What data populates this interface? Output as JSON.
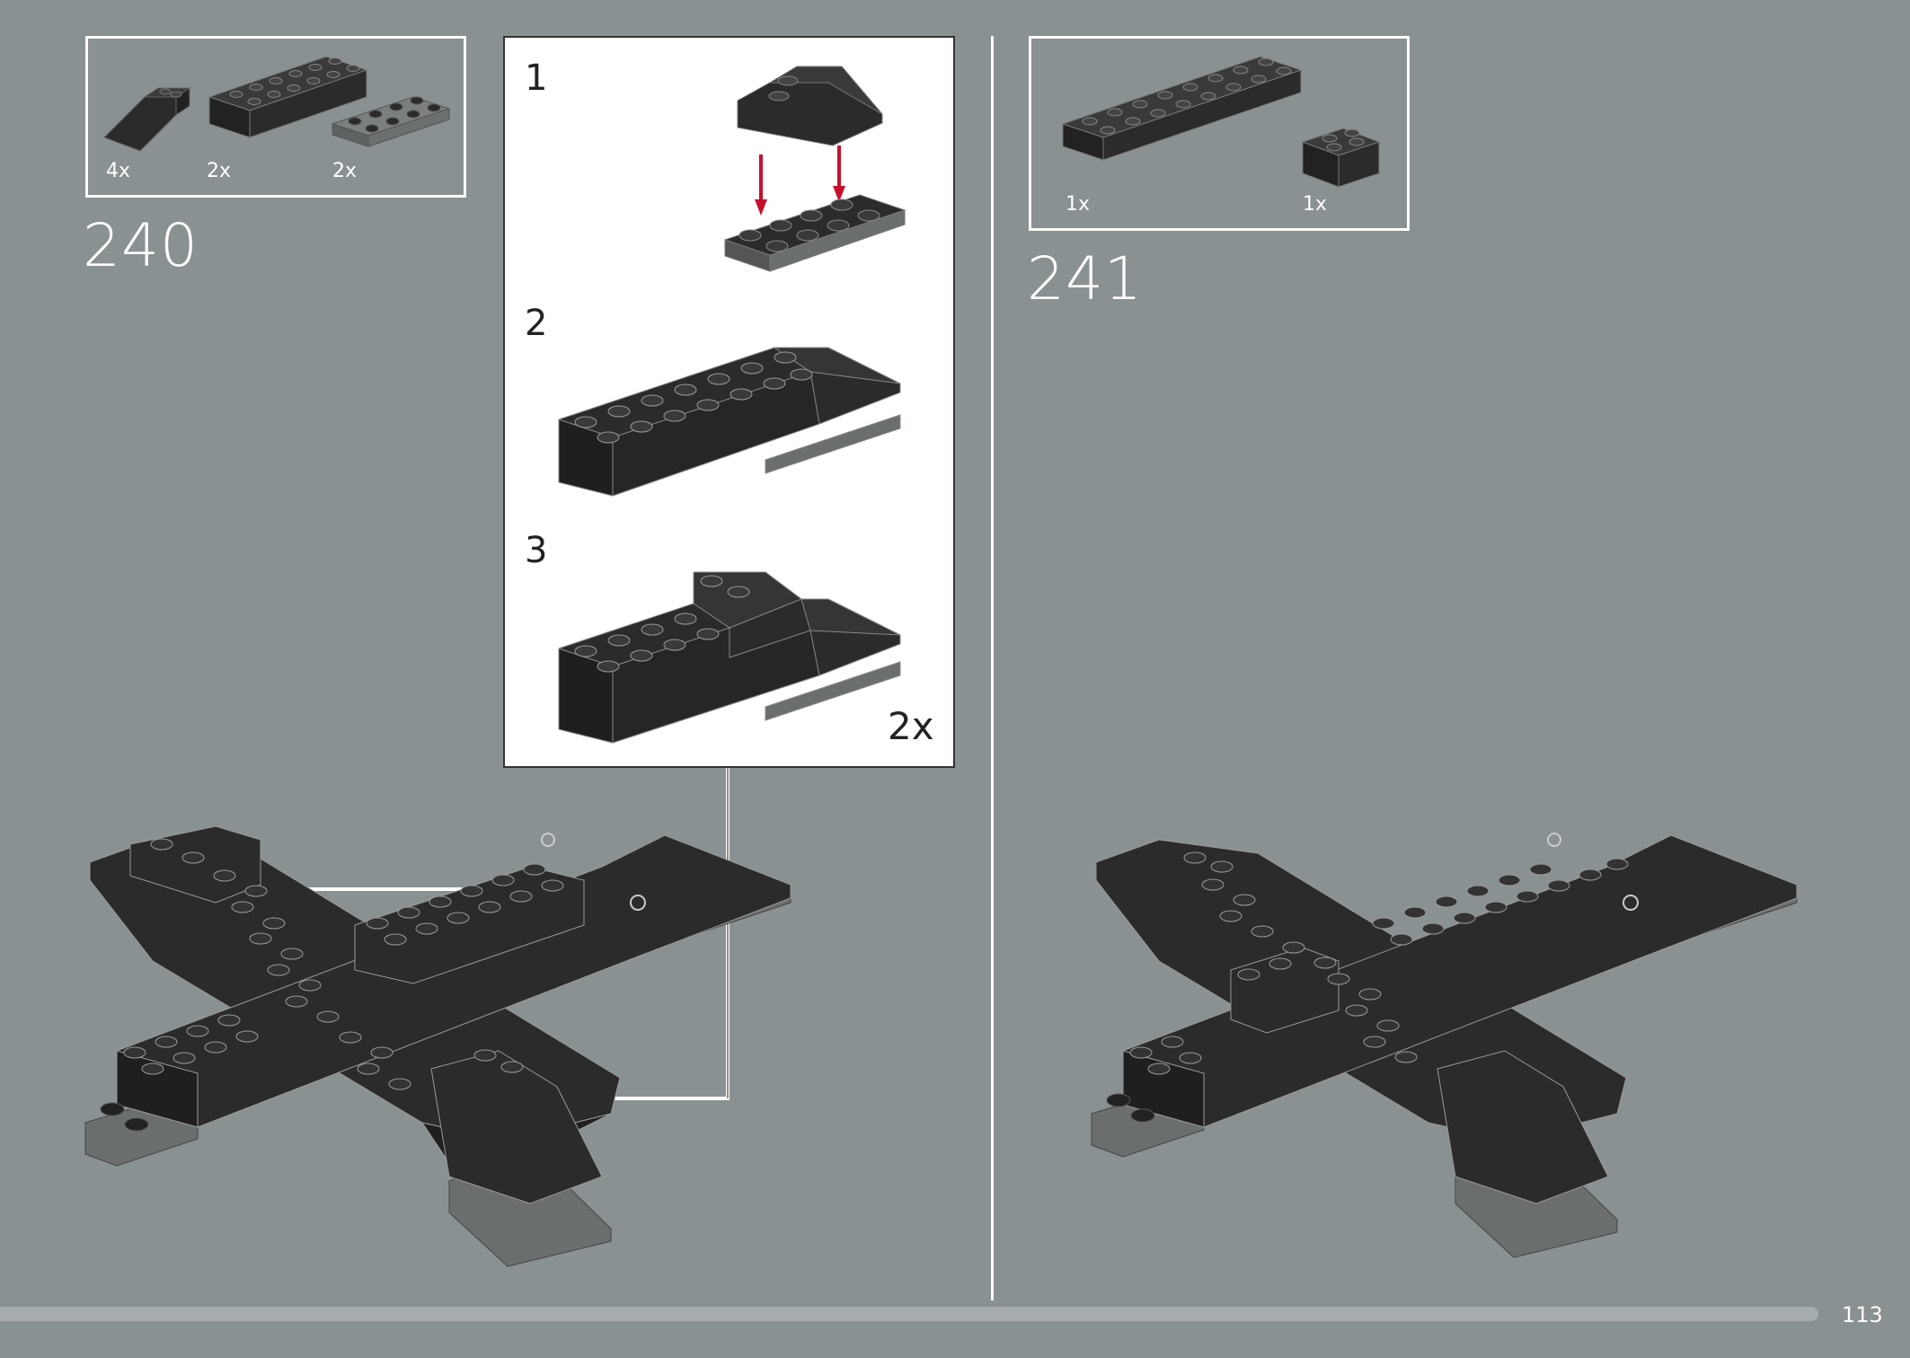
{
  "step_240": {
    "number": "240",
    "parts": [
      {
        "count": "4x",
        "name": "slope-brick-icon"
      },
      {
        "count": "2x",
        "name": "brick-2x6-icon"
      },
      {
        "count": "2x",
        "name": "plate-2x4-icon"
      }
    ]
  },
  "subassembly": {
    "steps": [
      "1",
      "2",
      "3"
    ],
    "multiplier": "2x"
  },
  "step_241": {
    "number": "241",
    "parts": [
      {
        "count": "1x",
        "name": "brick-2x8-icon"
      },
      {
        "count": "1x",
        "name": "brick-2x2-icon"
      }
    ]
  },
  "page_number": "113",
  "colors": {
    "background": "#8a9193",
    "brick_dark": "#2b2b2b",
    "arrow_red": "#c8102e"
  }
}
